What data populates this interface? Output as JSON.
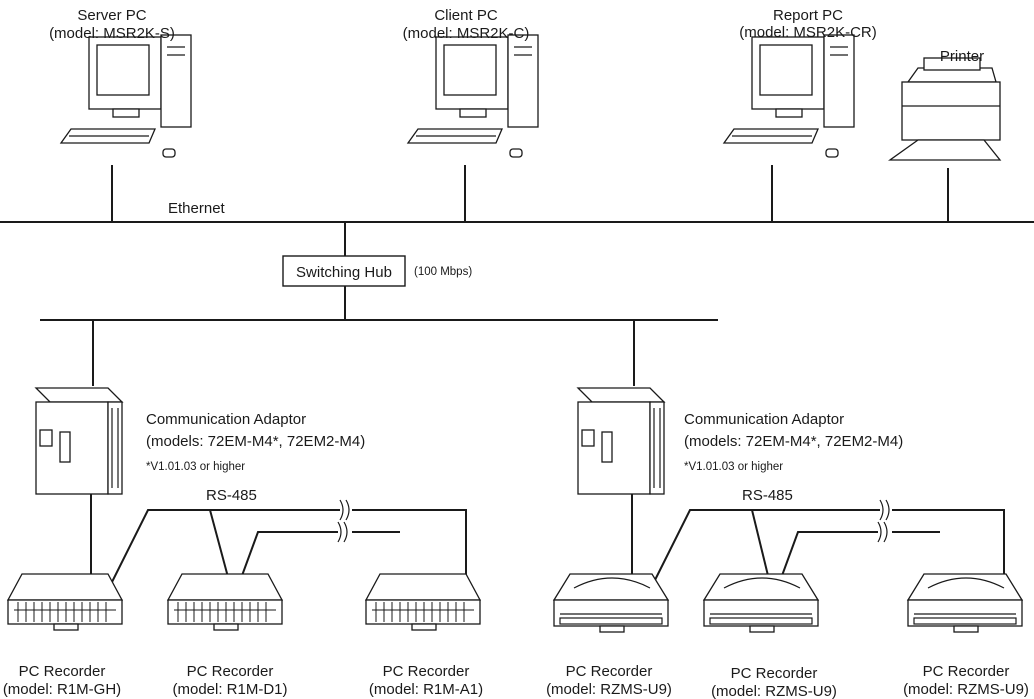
{
  "pcs": [
    {
      "name": "Server PC",
      "model": "(model: MSR2K-S)"
    },
    {
      "name": "Client PC",
      "model": "(model: MSR2K-C)"
    },
    {
      "name": "Report PC",
      "model": "(model: MSR2K-CR)"
    }
  ],
  "printer": {
    "label": "Printer"
  },
  "network": {
    "ethernet": "Ethernet",
    "hub": "Switching Hub",
    "hub_speed": "(100 Mbps)"
  },
  "adaptors": [
    {
      "title": "Communication Adaptor",
      "models": "(models:  72EM-M4*, 72EM2-M4)",
      "note": "*V1.01.03 or higher",
      "bus": "RS-485"
    },
    {
      "title": "Communication Adaptor",
      "models": "(models:  72EM-M4*, 72EM2-M4)",
      "note": "*V1.01.03 or higher",
      "bus": "RS-485"
    }
  ],
  "recorders": [
    {
      "name": "PC Recorder",
      "model": "(model: R1M-GH)"
    },
    {
      "name": "PC Recorder",
      "model": "(model: R1M-D1)"
    },
    {
      "name": "PC Recorder",
      "model": "(model: R1M-A1)"
    },
    {
      "name": "PC Recorder",
      "model": "(model: RZMS-U9)"
    },
    {
      "name": "PC Recorder",
      "model": "(model: RZMS-U9)"
    },
    {
      "name": "PC Recorder",
      "model": "(model: RZMS-U9)"
    }
  ]
}
